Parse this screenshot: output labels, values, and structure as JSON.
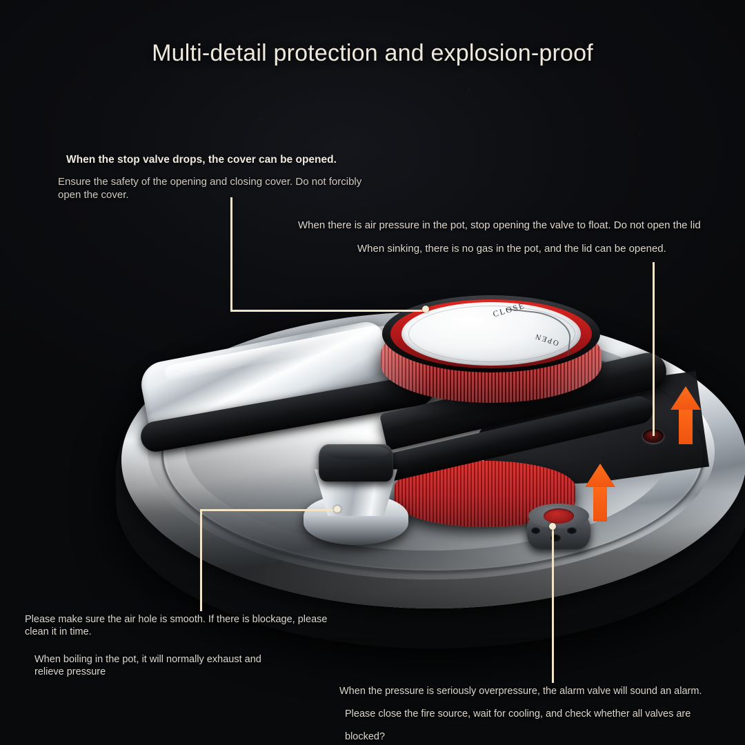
{
  "title": "Multi-detail protection and explosion-proof",
  "annotations": {
    "stop_valve_title": "When the stop valve drops, the cover can be opened.",
    "stop_valve_body": "Ensure the safety of the opening and closing cover. Do not forcibly\nopen the cover.",
    "air_pressure": "When there is air pressure in the pot, stop opening the valve to float. Do not open the lid",
    "sinking": "When sinking, there is no gas in the pot, and the lid can be opened.",
    "air_hole": "Please make sure the air hole is smooth. If there is blockage, please\nclean it in time.",
    "boiling": "When boiling in the pot, it will normally exhaust and\nrelieve pressure",
    "alarm": "When the pressure is seriously overpressure, the alarm valve will sound an alarm.",
    "close_fire": "Please close the fire source, wait for cooling, and check whether all valves are",
    "blocked": "blocked?"
  },
  "knob": {
    "close_label": "CLOSE",
    "open_label": "OPEN"
  },
  "colors": {
    "background": "#0c0d0f",
    "title_text": "#efe8dc",
    "annotation_text": "#ddd7cd",
    "leader_line": "#f1e4c8",
    "knob_red": "#d8201c",
    "arrow_orange": "#f05611",
    "chrome_light": "#fbfcfc",
    "alarm_red": "#9a1c1c"
  }
}
